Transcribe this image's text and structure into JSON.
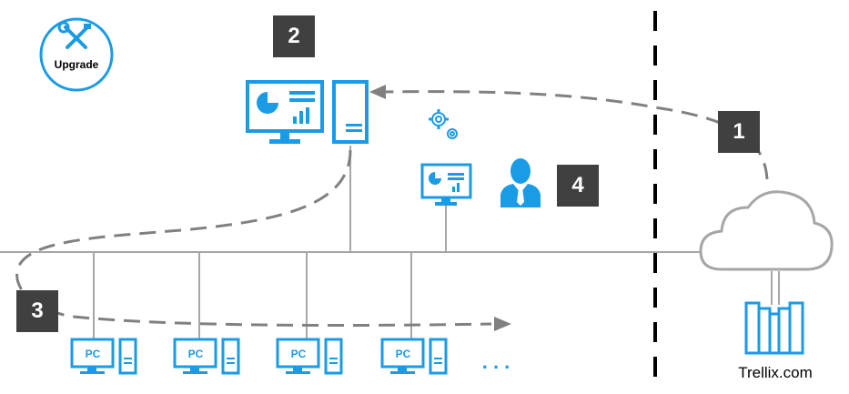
{
  "upgrade": {
    "label": "Upgrade"
  },
  "steps": [
    "1",
    "2",
    "3",
    "4"
  ],
  "cloud": {
    "label": "Trellix.com"
  },
  "clients": {
    "pc_label": "PC",
    "more": ". . ."
  },
  "colors": {
    "accent": "#1a9be6",
    "badge": "#404040",
    "line": "#a6a6a6",
    "arrow": "#808080",
    "divider": "#000000"
  },
  "icons": [
    "tools-icon",
    "monitor-dashboard-icon",
    "server-tower-icon",
    "gears-icon",
    "admin-user-icon",
    "cloud-icon",
    "server-rack-icon",
    "pc-icon"
  ]
}
